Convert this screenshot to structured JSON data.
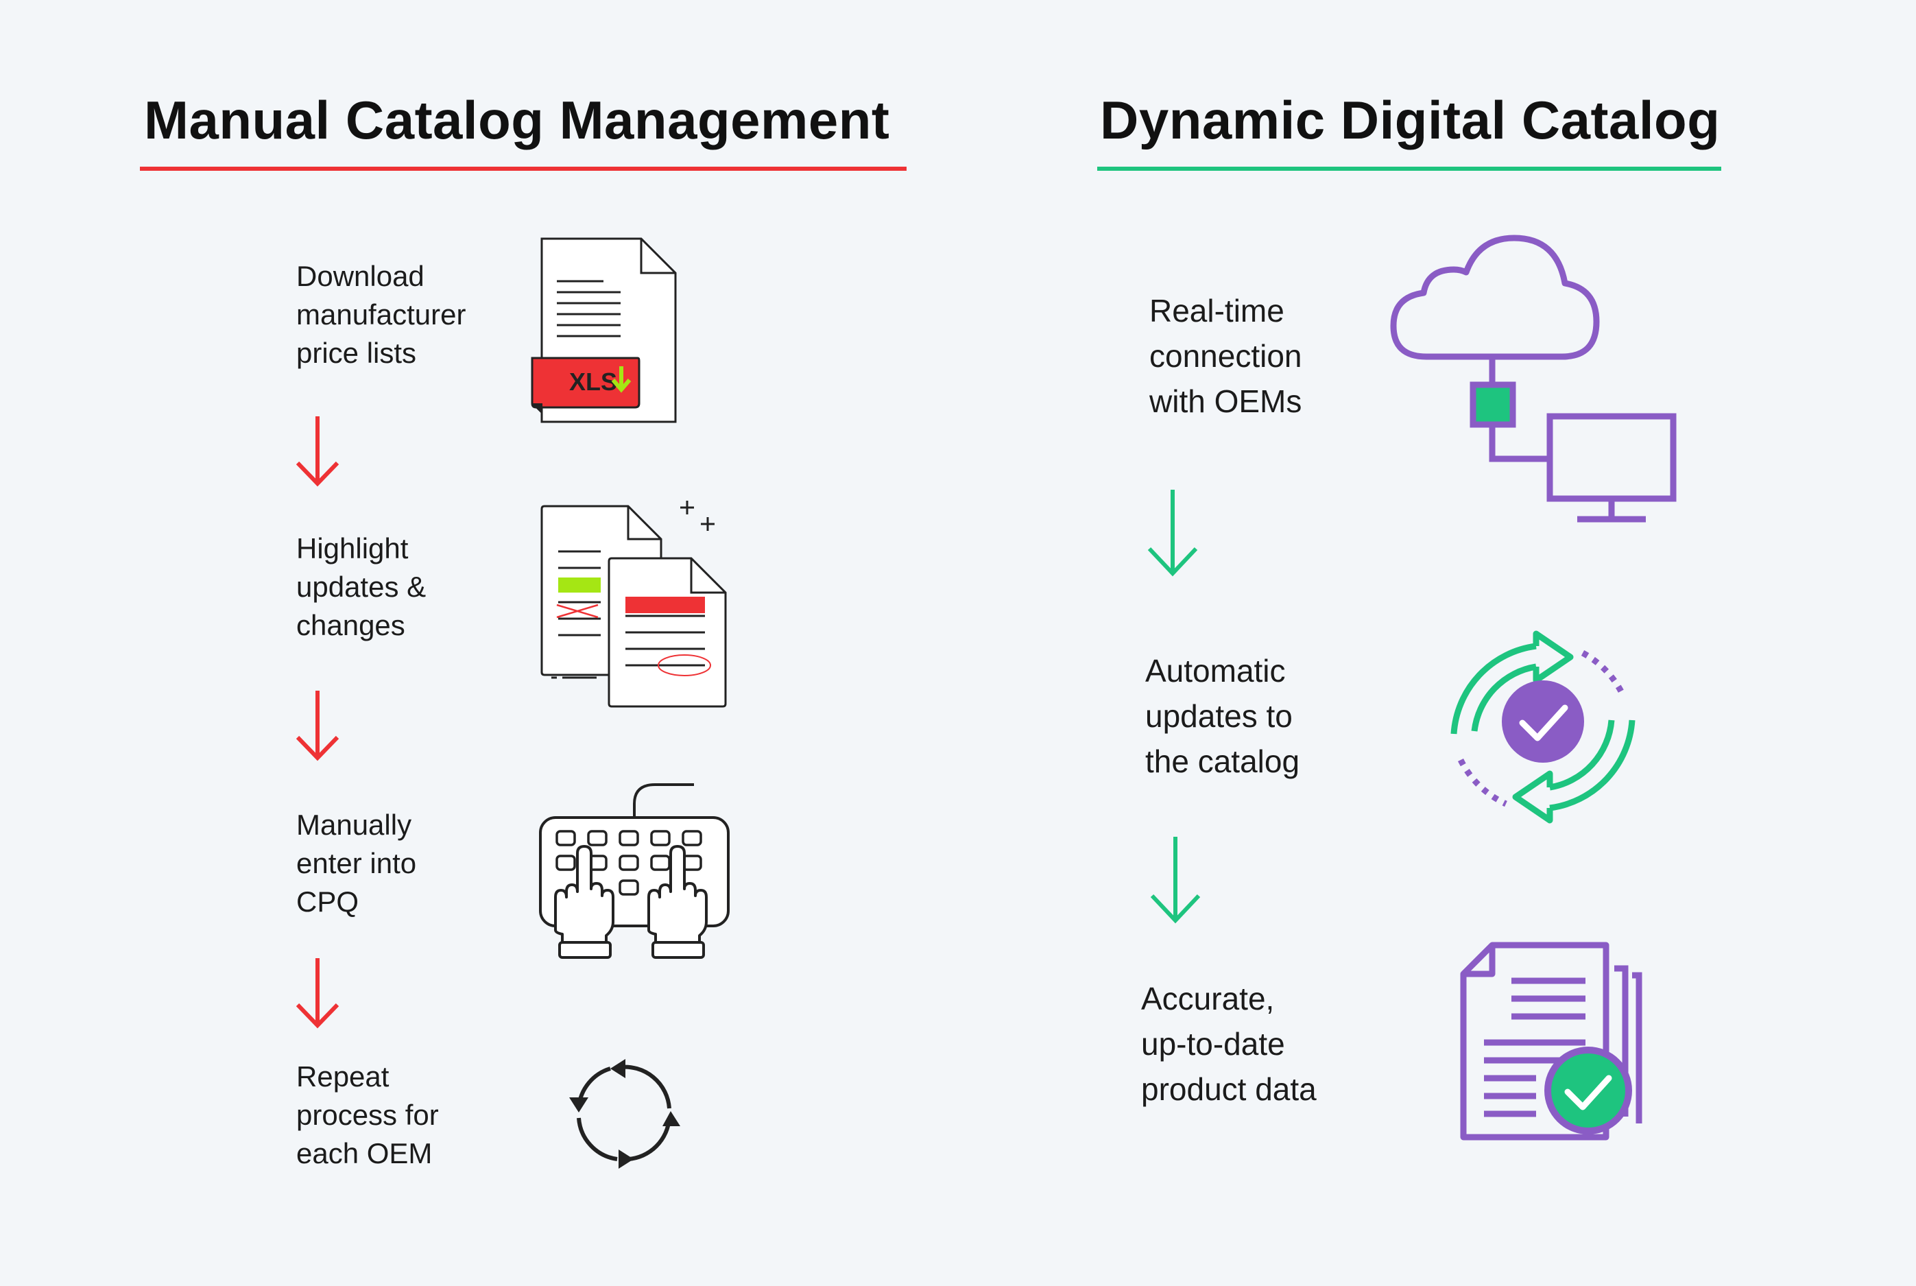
{
  "colors": {
    "background": "#f3f6f9",
    "manual_accent": "#ee3235",
    "dynamic_accent": "#1ec47f",
    "purple": "#8a5cc5",
    "dark": "#222222",
    "lime": "#a5e614"
  },
  "manual": {
    "title": "Manual Catalog Management",
    "steps": [
      {
        "lines": [
          "Download",
          "manufacturer",
          "price lists"
        ],
        "icon": "xls-download-document-icon",
        "badge": "XLS"
      },
      {
        "lines": [
          "Highlight",
          "updates &",
          "changes"
        ],
        "icon": "marked-up-documents-icon"
      },
      {
        "lines": [
          "Manually",
          "enter into",
          "CPQ"
        ],
        "icon": "keyboard-typing-hands-icon"
      },
      {
        "lines": [
          "Repeat",
          "process for",
          "each OEM"
        ],
        "icon": "repeat-cycle-arrows-icon"
      }
    ]
  },
  "dynamic": {
    "title": "Dynamic Digital Catalog",
    "steps": [
      {
        "lines": [
          "Real-time",
          "connection",
          "with OEMs"
        ],
        "icon": "cloud-to-computer-icon"
      },
      {
        "lines": [
          "Automatic",
          "updates to",
          "the catalog"
        ],
        "icon": "sync-check-icon"
      },
      {
        "lines": [
          "Accurate,",
          "up-to-date",
          "product data"
        ],
        "icon": "verified-documents-icon"
      }
    ]
  }
}
